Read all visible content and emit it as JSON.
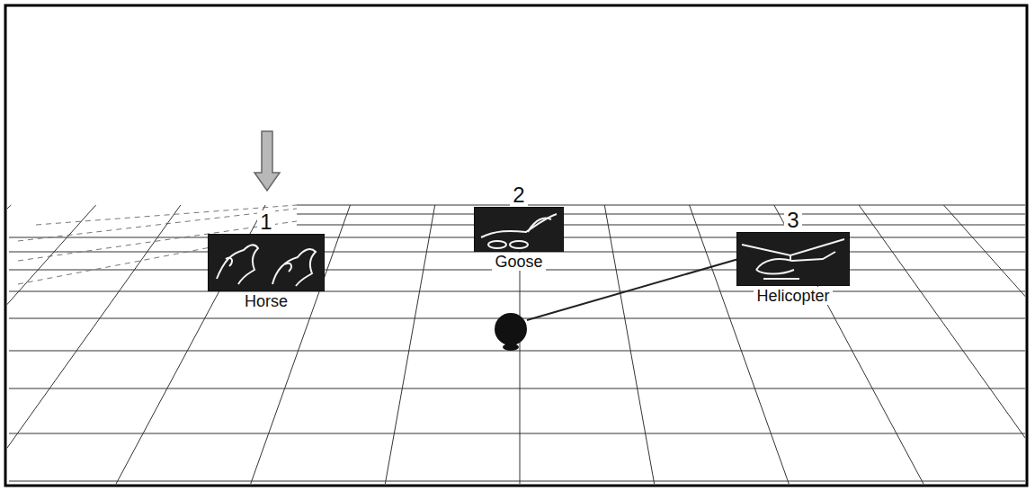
{
  "diagram": {
    "nodes": [
      {
        "text": [
          "1",
          "Horse"
        ]
      },
      {
        "text": [
          "2",
          "Goose"
        ]
      },
      {
        "text": [
          "3",
          "Helicopter"
        ]
      }
    ]
  }
}
